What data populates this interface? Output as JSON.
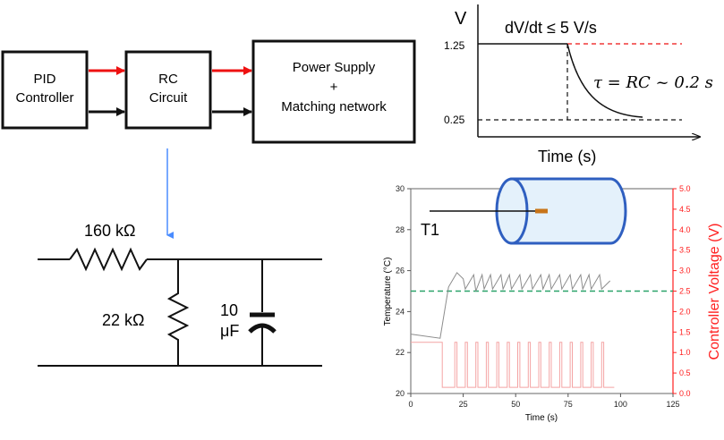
{
  "block_diagram": {
    "pid_line1": "PID",
    "pid_line2": "Controller",
    "rc_line1": "RC",
    "rc_line2": "Circuit",
    "ps_line1": "Power Supply",
    "ps_line2": "+",
    "ps_line3": "Matching network"
  },
  "circuit": {
    "r_series": "160 kΩ",
    "r_shunt": "22 kΩ",
    "cap_value": "10",
    "cap_unit": "μF"
  },
  "step_plot": {
    "y_axis_label": "V",
    "rate_label": "dV/dt  ≤ 5 V/s",
    "tick_high": "1.25",
    "tick_low": "0.25",
    "tau_label": "τ = RC ~ 0.2 s",
    "x_axis_label": "Time (s)"
  },
  "chart_data": {
    "type": "line",
    "xlabel": "Time (s)",
    "ylabel": "Temperature (°C)",
    "y2label": "Controller Voltage (V)",
    "xlim": [
      0,
      125
    ],
    "ylim": [
      20,
      30
    ],
    "y2lim": [
      0,
      5
    ],
    "x_ticks": [
      "0",
      "25",
      "50",
      "75",
      "100",
      "125"
    ],
    "y_ticks": [
      "20",
      "22",
      "24",
      "26",
      "28",
      "30"
    ],
    "y2_ticks": [
      "0.0",
      "0.5",
      "1.0",
      "1.5",
      "2.0",
      "2.5",
      "3.0",
      "3.5",
      "4.0",
      "4.5",
      "5.0"
    ],
    "sensor_label": "T1",
    "setpoint": 25,
    "series": [
      {
        "axis": "left",
        "color": "#8c8c8c",
        "x": [
          0,
          14,
          18,
          22,
          25,
          26,
          30,
          31,
          34,
          35,
          38,
          39,
          43,
          44,
          47,
          48,
          52,
          53,
          57,
          58,
          62,
          63,
          66,
          67,
          71,
          72,
          76,
          77,
          81,
          82,
          85,
          86,
          90,
          91,
          95
        ],
        "y": [
          22.9,
          22.7,
          25.2,
          25.9,
          25.6,
          25.1,
          25.8,
          25.0,
          25.8,
          25.1,
          25.8,
          25.1,
          25.8,
          25.1,
          25.8,
          25.1,
          25.8,
          25.1,
          25.8,
          25.1,
          25.8,
          25.1,
          25.8,
          25.1,
          25.8,
          25.1,
          25.8,
          25.1,
          25.8,
          25.1,
          25.8,
          25.1,
          25.8,
          25.1,
          25.5
        ]
      },
      {
        "axis": "right",
        "color": "#f4a4a4",
        "x": [
          0,
          0,
          15,
          15,
          21,
          21,
          22,
          22,
          26,
          26,
          27,
          27,
          31,
          31,
          32,
          32,
          36,
          36,
          37,
          37,
          41,
          41,
          42,
          42,
          46,
          46,
          47,
          47,
          51,
          51,
          52,
          52,
          56,
          56,
          57,
          57,
          61,
          61,
          62,
          62,
          66,
          66,
          67,
          67,
          71,
          71,
          72,
          72,
          76,
          76,
          77,
          77,
          81,
          81,
          82,
          82,
          86,
          86,
          87,
          87,
          91,
          91,
          92,
          92,
          97
        ],
        "y": [
          1.25,
          1.25,
          1.25,
          0.15,
          0.15,
          1.25,
          1.25,
          0.15,
          0.15,
          1.25,
          1.25,
          0.15,
          0.15,
          1.25,
          1.25,
          0.15,
          0.15,
          1.25,
          1.25,
          0.15,
          0.15,
          1.25,
          1.25,
          0.15,
          0.15,
          1.25,
          1.25,
          0.15,
          0.15,
          1.25,
          1.25,
          0.15,
          0.15,
          1.25,
          1.25,
          0.15,
          0.15,
          1.25,
          1.25,
          0.15,
          0.15,
          1.25,
          1.25,
          0.15,
          0.15,
          1.25,
          1.25,
          0.15,
          0.15,
          1.25,
          1.25,
          0.15,
          0.15,
          1.25,
          1.25,
          0.15,
          0.15,
          1.25,
          1.25,
          0.15,
          0.15,
          1.25,
          1.25,
          0.15,
          0.15
        ]
      }
    ],
    "colors": {
      "setpoint_line": "#2aa36a",
      "right_axis": "#ff2020",
      "cylinder": "#2f5fc0"
    }
  }
}
